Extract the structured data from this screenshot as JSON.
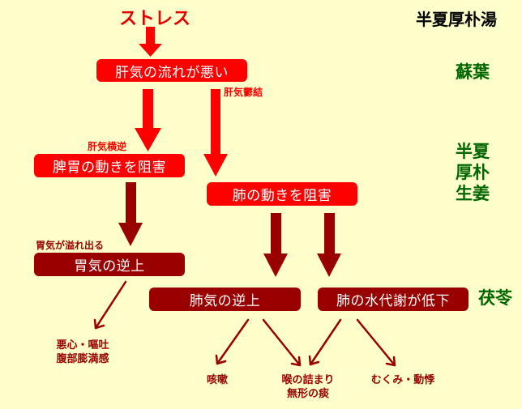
{
  "title": "半夏厚朴湯",
  "start": "ストレス",
  "nodes": {
    "liver_qi": "肝気の流れが悪い",
    "spleen_stomach": "脾胃の動きを阻害",
    "lung_function": "肺の動きを阻害",
    "stomach_rebellion": "胃気の逆上",
    "lung_rebellion": "肺気の逆上",
    "lung_water": "肺の水代謝が低下"
  },
  "edge_labels": {
    "liver_stagnation": "肝気鬱結",
    "liver_transverse": "肝気横逆",
    "stomach_overflow": "胃気が溢れ出る"
  },
  "symptoms": {
    "nausea": [
      "悪心・嘔吐",
      "腹部膨満感"
    ],
    "cough": [
      "咳嗽"
    ],
    "throat": [
      "喉の詰まり",
      "無形の痰"
    ],
    "edema": [
      "むくみ・動悸"
    ]
  },
  "herbs": {
    "perilla": "蘇葉",
    "group": [
      "半夏",
      "厚朴",
      "生姜"
    ],
    "poria": "茯苓"
  },
  "colors": {
    "background": "#ffffcc",
    "red": "#ff0000",
    "dark_red": "#990000",
    "herb_green": "#006600"
  }
}
